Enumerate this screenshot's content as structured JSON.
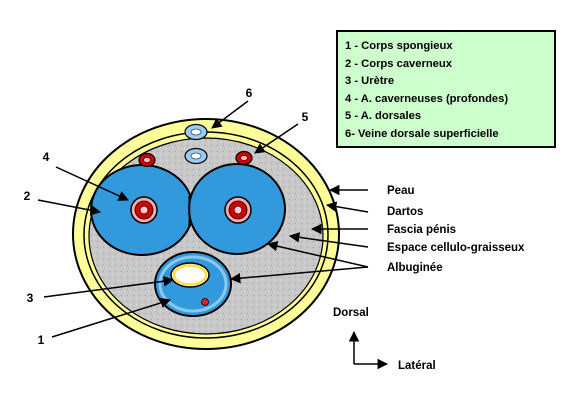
{
  "legend": {
    "items": [
      "1 - Corps spongieux",
      "2 - Corps caverneux",
      "3 - Urètre",
      "4 - A. caverneuses (profondes)",
      "5 - A. dorsales",
      "6- Veine dorsale superficielle"
    ]
  },
  "callouts": {
    "c1": "1",
    "c2": "2",
    "c3": "3",
    "c4": "4",
    "c5": "5",
    "c6": "6"
  },
  "layers": {
    "peau": "Peau",
    "dartos": "Dartos",
    "fascia": "Fascia pénis",
    "espace": "Espace cellulo-graisseux",
    "albuginee": "Albuginée"
  },
  "orientation": {
    "dorsal": "Dorsal",
    "lateral": "Latéral"
  },
  "colors": {
    "skin_yellow": "#ffff99",
    "fat_gray": "#c8c8c8",
    "erectile_blue": "#3399dd",
    "vein_blue": "#99ccee",
    "artery_red": "#cc0000",
    "legend_bg": "#ccffcc"
  }
}
